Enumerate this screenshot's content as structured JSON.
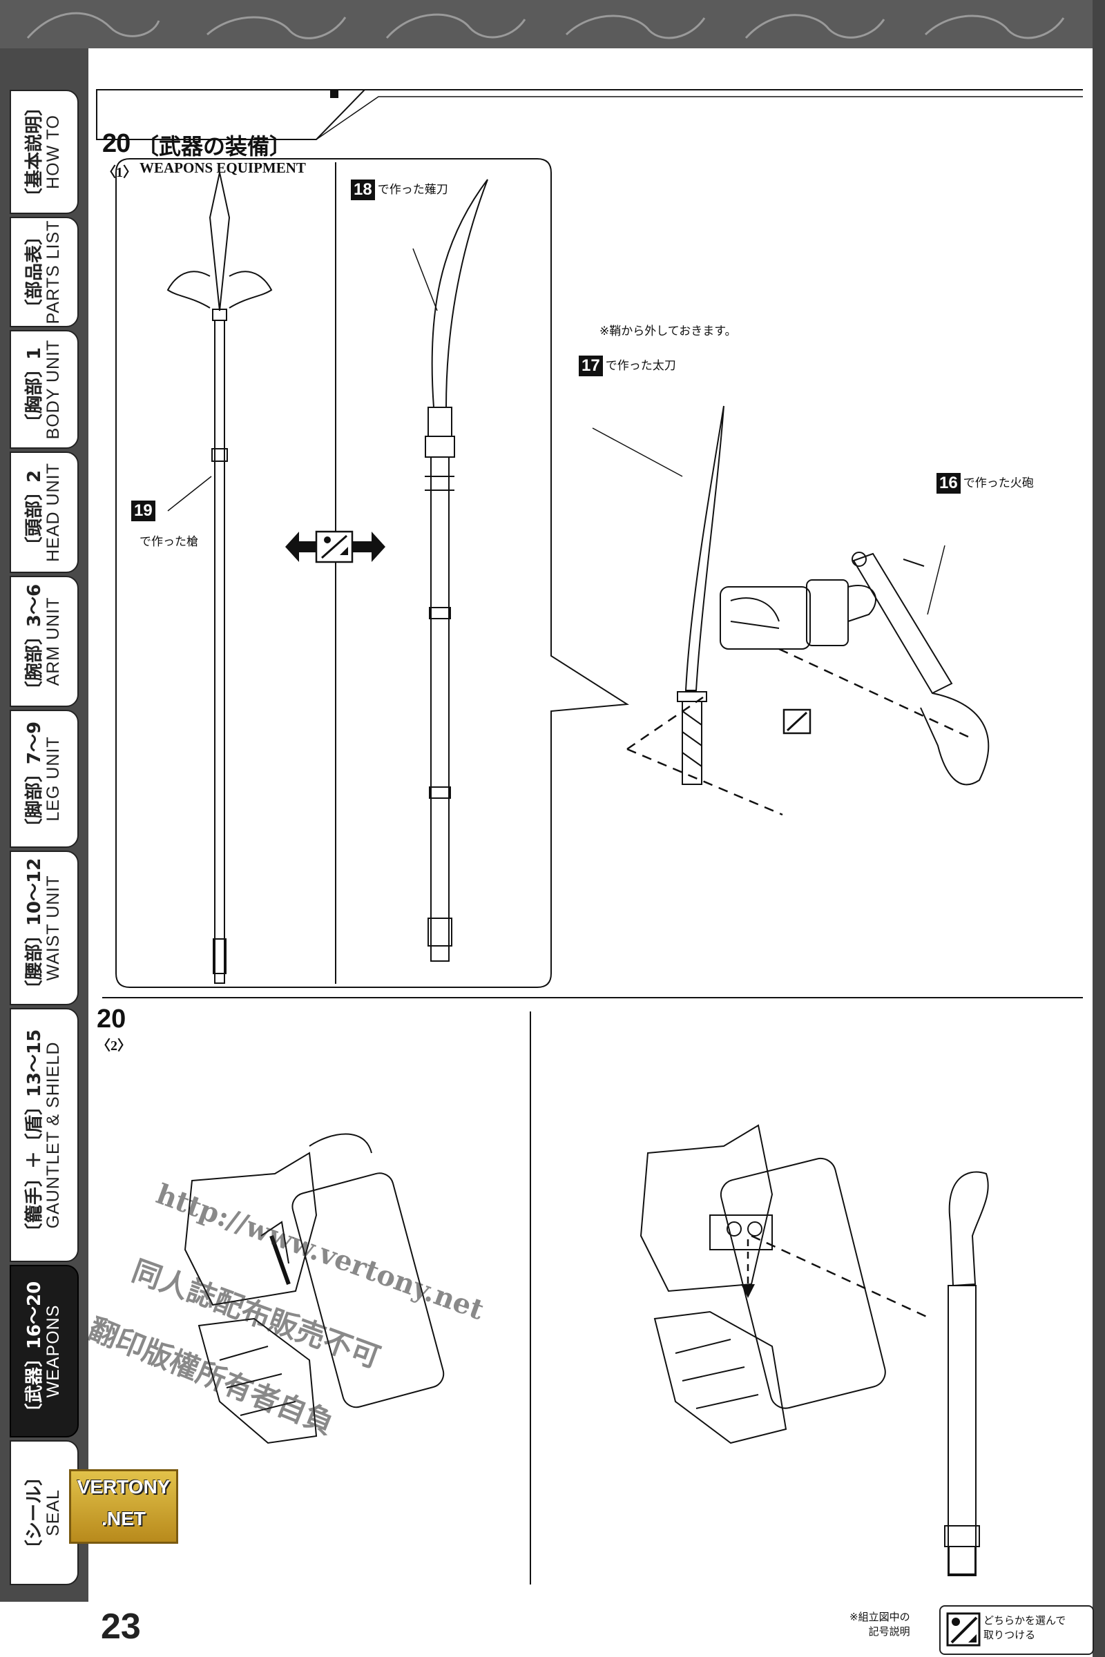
{
  "page_number": "23",
  "sidebar_tabs": [
    {
      "jp": "〔基本説明〕",
      "en": "HOW TO"
    },
    {
      "jp": "〔部品表〕",
      "en": "PARTS LIST"
    },
    {
      "jp": "〔胸部〕1",
      "en": "BODY UNIT"
    },
    {
      "jp": "〔頭部〕2",
      "en": "HEAD UNIT"
    },
    {
      "jp": "〔腕部〕3〜6",
      "en": "ARM UNIT"
    },
    {
      "jp": "〔脚部〕7〜9",
      "en": "LEG UNIT"
    },
    {
      "jp": "〔腰部〕10〜12",
      "en": "WAIST UNIT"
    },
    {
      "jp": "〔籠手〕＋〔盾〕13〜15",
      "en": "GAUNTLET & SHIELD"
    },
    {
      "jp": "〔武器〕16〜20",
      "en": "WEAPONS"
    },
    {
      "jp": "〔シール〕",
      "en": "SEAL"
    }
  ],
  "step1": {
    "number": "20",
    "sub": "〈1〉",
    "title_jp": "〔武器の装備〕",
    "title_en": "WEAPONS EQUIPMENT",
    "labels": {
      "spear": {
        "num": "19",
        "text": "で作った槍"
      },
      "naginata": {
        "num": "18",
        "text": "で作った薙刀"
      },
      "note": "※鞘から外しておきます。",
      "tachi": {
        "num": "17",
        "text": "で作った太刀"
      },
      "gun": {
        "num": "16",
        "text": "で作った火砲"
      }
    }
  },
  "step2": {
    "number": "20",
    "sub": "〈2〉"
  },
  "logo": {
    "line1": "VERTONY",
    "line2": ".NET"
  },
  "watermark": {
    "line1": "http://www.vertony.net",
    "line2": "同人誌配布販売不可",
    "line3": "翻印版權所有者自負"
  },
  "legend": {
    "note_line1": "※組立図中の",
    "note_line2": "記号説明",
    "text_line1": "どちらかを選んで",
    "text_line2": "取りつける"
  }
}
